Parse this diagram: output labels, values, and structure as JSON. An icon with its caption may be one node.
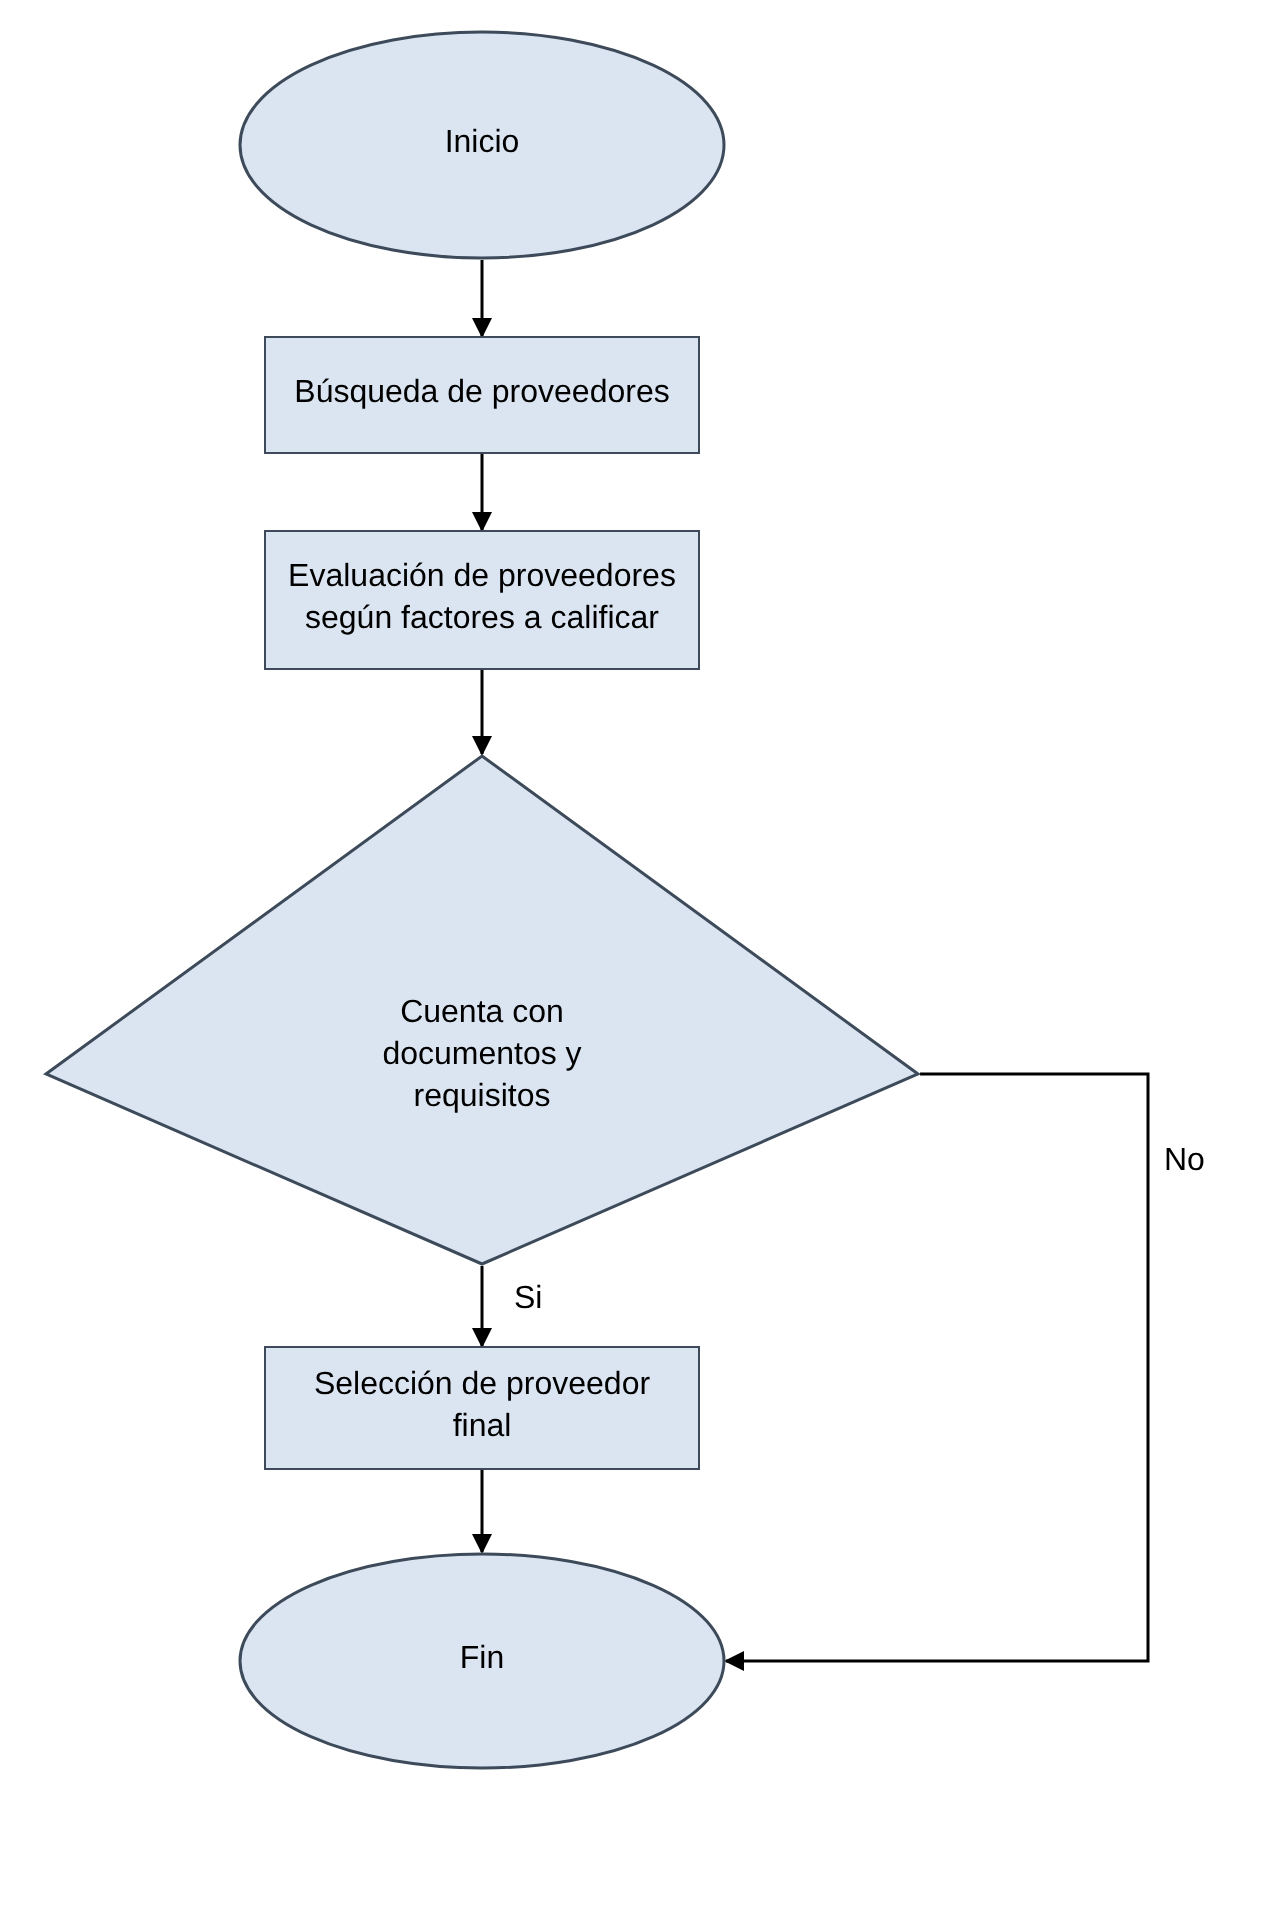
{
  "diagram": {
    "nodes": [
      {
        "text": [
          "Inicio"
        ]
      },
      {
        "text": [
          "Búsqueda de proveedores"
        ]
      },
      {
        "text": [
          "Evaluación de proveedores según factores a calificar"
        ]
      },
      {
        "text": [
          "Cuenta con documentos y requisitos"
        ]
      },
      {
        "text": [
          "Selección de proveedor final"
        ]
      },
      {
        "text": [
          "Fin"
        ]
      }
    ],
    "edges": [
      {
        "from": 0,
        "to": 1,
        "arrow": "to"
      },
      {
        "from": 1,
        "to": 2,
        "arrow": "to"
      },
      {
        "from": 2,
        "to": 3,
        "arrow": "to"
      },
      {
        "from": 3,
        "to": 4,
        "arrow": "to",
        "label": "Si"
      },
      {
        "from": 4,
        "to": 5,
        "arrow": "to"
      },
      {
        "from": 3,
        "to": 5,
        "arrow": "to",
        "label": "No"
      }
    ]
  }
}
